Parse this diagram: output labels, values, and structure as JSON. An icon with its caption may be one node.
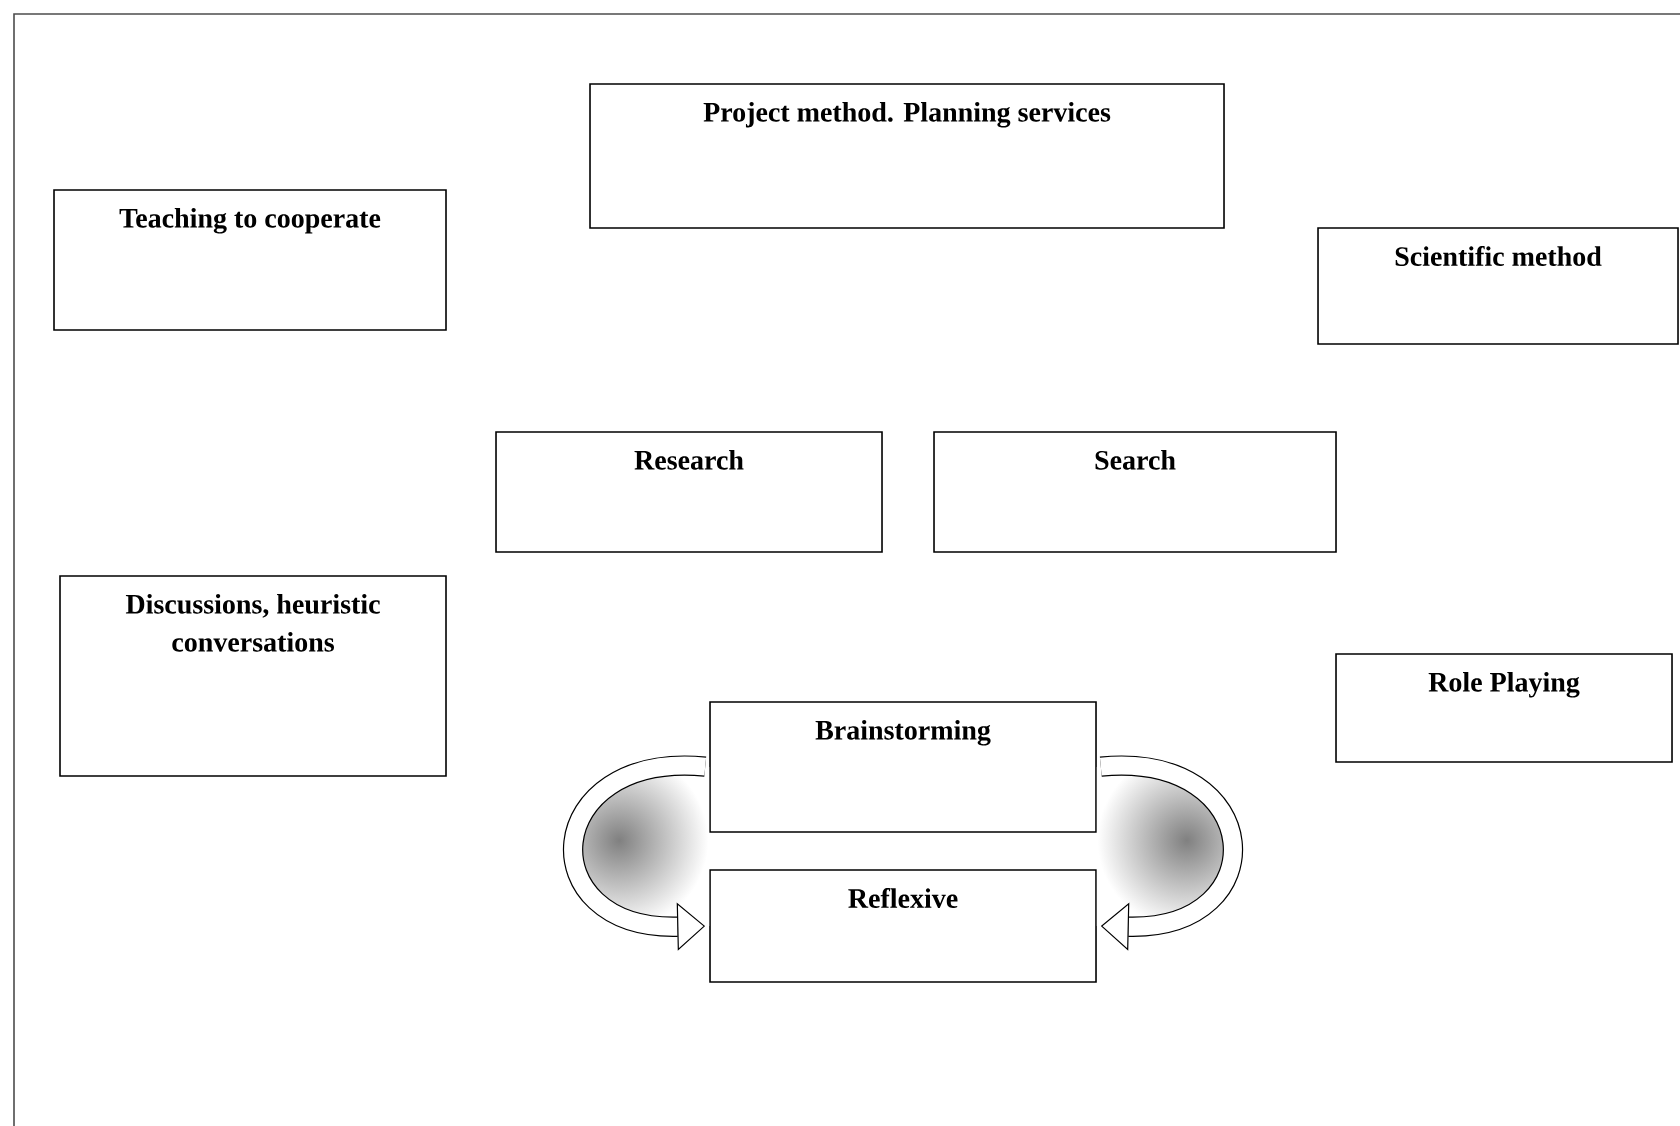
{
  "diagram": {
    "nodes": [
      {
        "text": [
          "Project method. Planning services"
        ]
      },
      {
        "text": [
          "Teaching to cooperate"
        ]
      },
      {
        "text": [
          "Scientific method"
        ]
      },
      {
        "text": [
          "Research"
        ]
      },
      {
        "text": [
          "Search"
        ]
      },
      {
        "text": [
          "Discussions, heuristic conversations"
        ]
      },
      {
        "text": [
          "Role Playing"
        ]
      },
      {
        "text": [
          "Brainstorming"
        ]
      },
      {
        "text": [
          "Reflexive"
        ]
      }
    ],
    "edges": [
      {
        "from": 7,
        "to": 8,
        "arrow": "to"
      },
      {
        "from": 7,
        "to": 8,
        "arrow": "to"
      }
    ]
  }
}
